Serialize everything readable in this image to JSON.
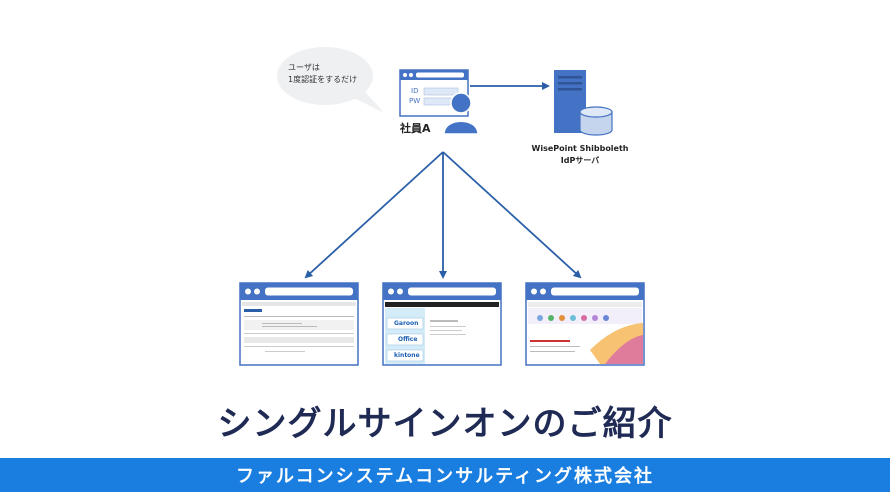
{
  "bubble": {
    "line1": "ユーザは",
    "line2": "1度認証をするだけ"
  },
  "user": {
    "label": "社員A",
    "field_id": "ID",
    "field_pw": "PW"
  },
  "server": {
    "line1": "WisePoint Shibboleth",
    "line2": "IdPサーバ"
  },
  "apps": {
    "app2_items": [
      "Garoon",
      "Office",
      "kintone"
    ]
  },
  "title": "シングルサインオンのご紹介",
  "footer": {
    "company": "ファルコンシステムコンサルティング株式会社"
  },
  "colors": {
    "browser_frame": "#4472c4",
    "arrow": "#2a5fa8",
    "footer_bar": "#1a7de0",
    "title_text": "#1f2a55",
    "bubble_fill": "#eef0f2"
  },
  "icons": [
    "speech-bubble-icon",
    "browser-window-icon",
    "user-person-icon",
    "server-tower-icon",
    "database-cylinder-icon"
  ]
}
